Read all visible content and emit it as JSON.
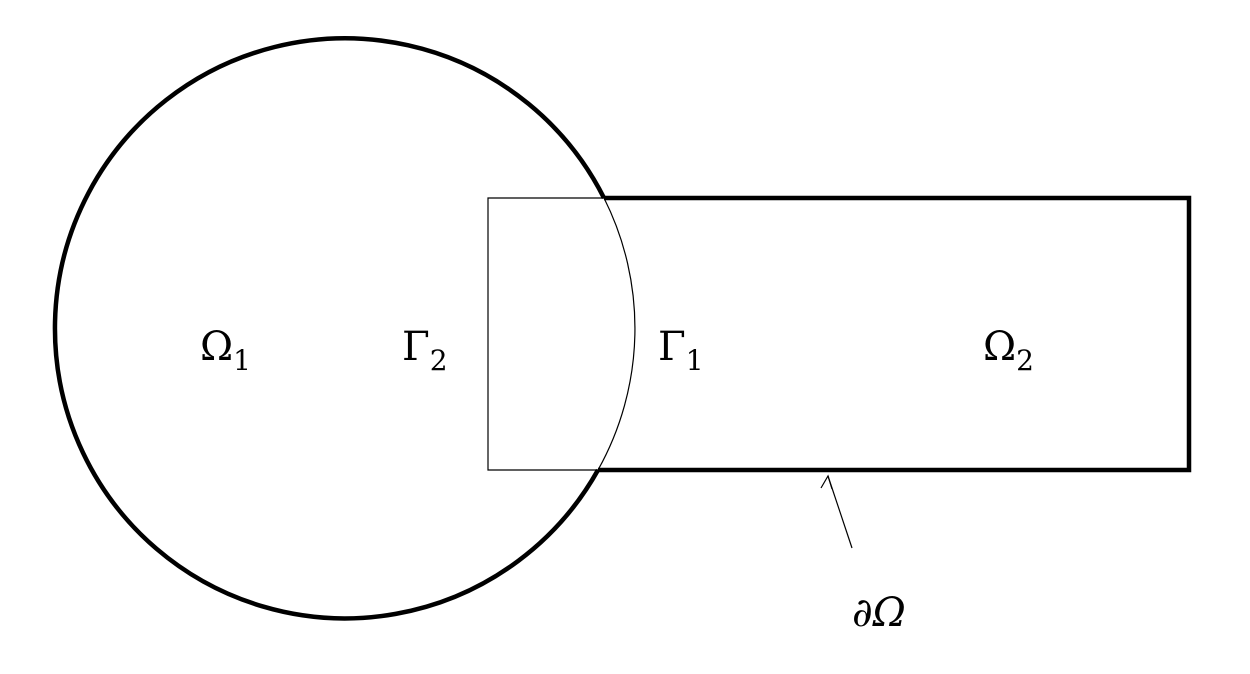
{
  "colors": {
    "stroke": "#000000",
    "background": "#ffffff"
  },
  "labels": {
    "omega_1": {
      "base": "Ω",
      "sub": "1"
    },
    "gamma_2": {
      "base": "Γ",
      "sub": "2"
    },
    "gamma_1": {
      "base": "Γ",
      "sub": "1"
    },
    "omega_2": {
      "base": "Ω",
      "sub": "2"
    },
    "boundary": {
      "text": "∂Ω"
    }
  }
}
